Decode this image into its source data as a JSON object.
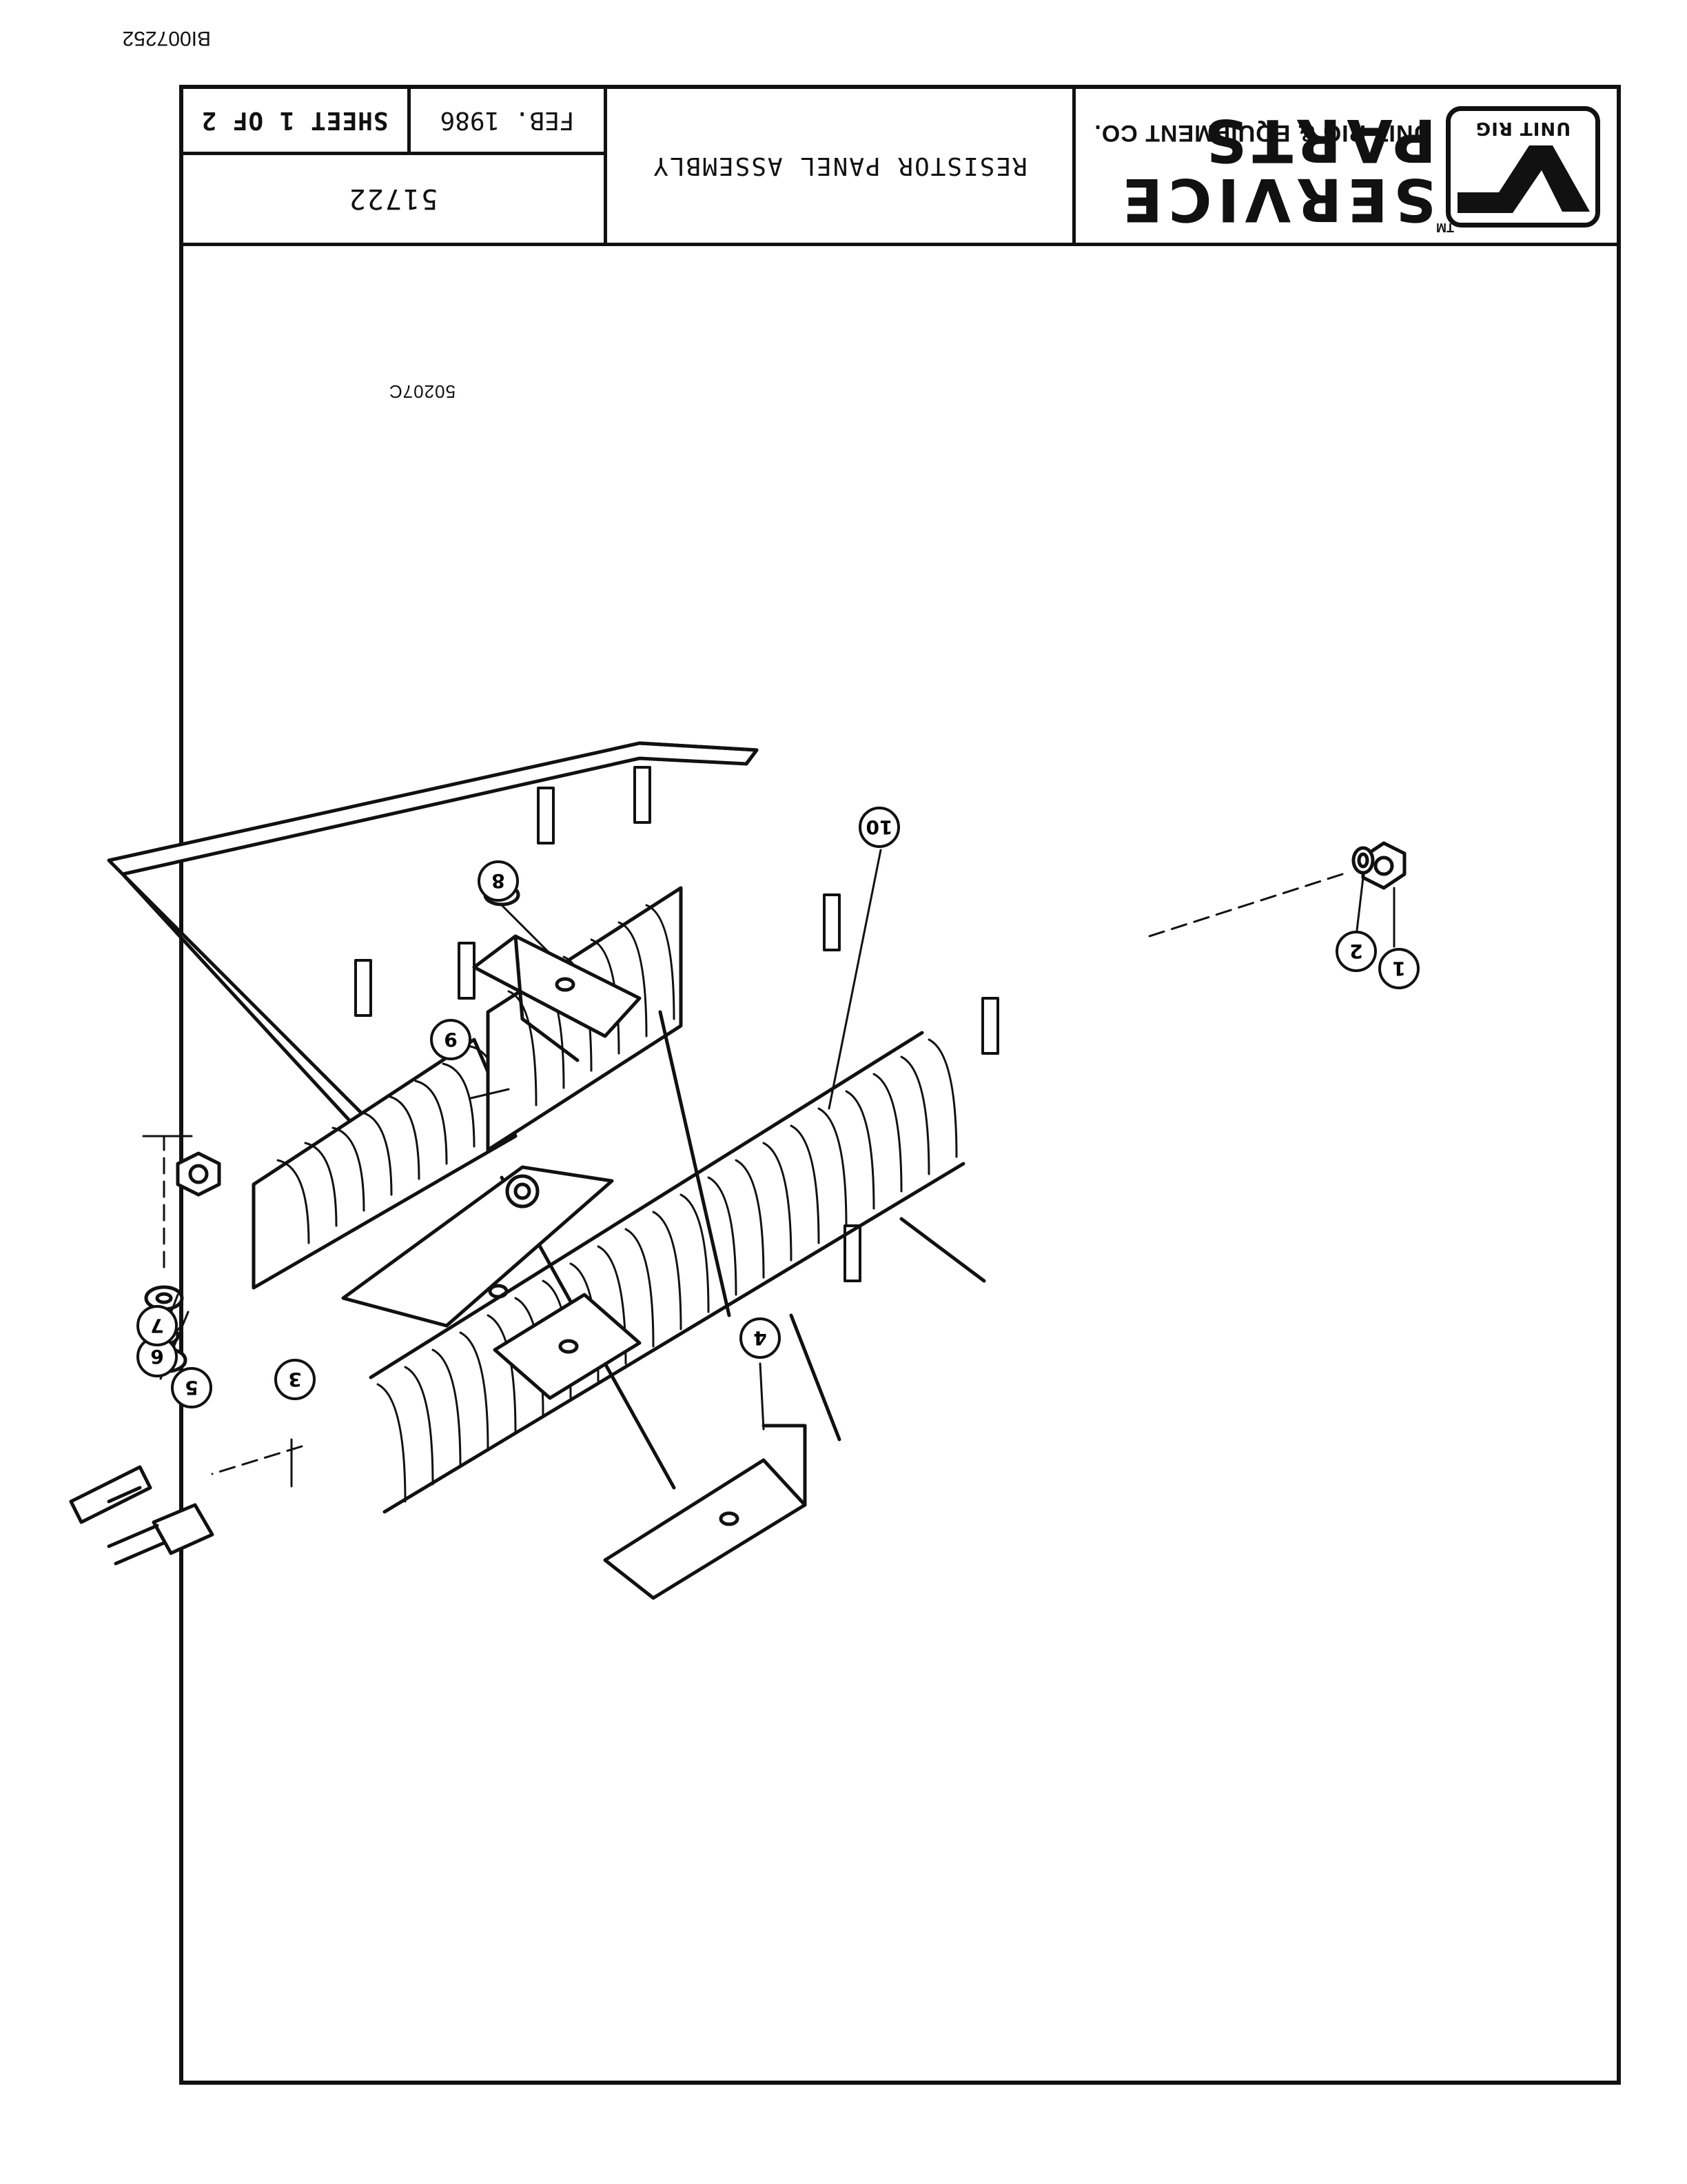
{
  "logo": {
    "word": "UNIT RIG",
    "trademark": "TM"
  },
  "header": {
    "brand_line": "SERVICE PARTS",
    "company_line": "UNIT RIG & EQUIPMENT CO.",
    "title": "RESISTOR PANEL ASSEMBLY",
    "part_number": "51722",
    "date": "FEB. 1986",
    "sheet": "SHEET 1 OF 2"
  },
  "drawing_code": "50207C",
  "document_code": "BI007252",
  "callouts": [
    "1",
    "2",
    "3",
    "4",
    "5",
    "6",
    "7",
    "8",
    "9",
    "10"
  ]
}
